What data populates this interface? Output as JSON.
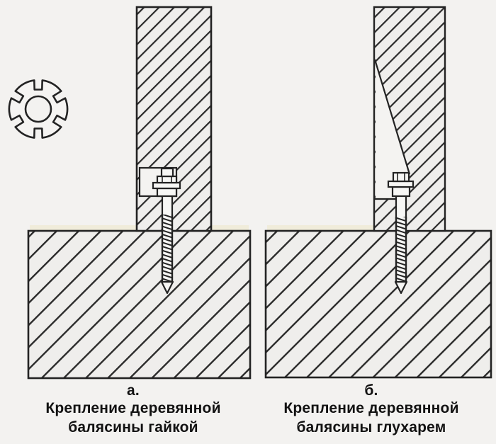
{
  "colors": {
    "background": "#f3f2f0",
    "ink": "#232323",
    "hatch_fill": "#efeeec",
    "paper_highlight": "#ece7c8"
  },
  "lock_washer_icon": {
    "name": "toothed-lock-washer",
    "teeth": 6
  },
  "captions": {
    "a": {
      "label": "а.",
      "line1": "Крепление деревянной",
      "line2": "балясины гайкой"
    },
    "b": {
      "label": "б.",
      "line1": "Крепление деревянной",
      "line2": "балясины глухарем"
    }
  }
}
